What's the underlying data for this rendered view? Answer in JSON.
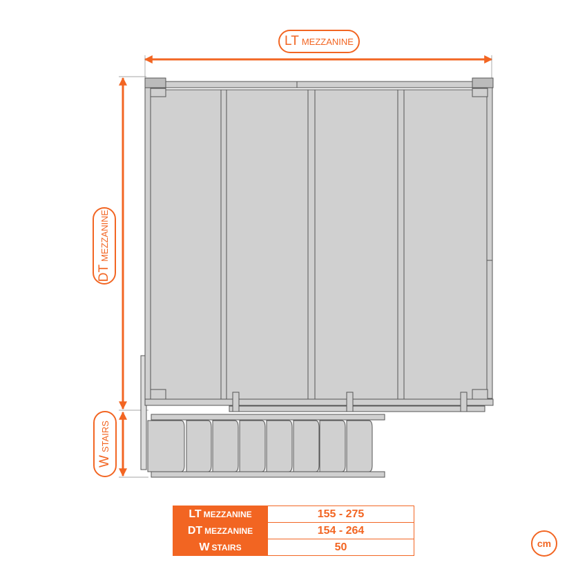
{
  "dimensions": {
    "length": {
      "main": "LT",
      "sub": "mezzanine"
    },
    "depth": {
      "main": "DT",
      "sub": "mezzanine"
    },
    "width": {
      "main": "W",
      "sub": "stairs"
    }
  },
  "table": {
    "rows": [
      {
        "main": "LT",
        "sub": "mezzanine",
        "value": "155 - 275"
      },
      {
        "main": "DT",
        "sub": "mezzanine",
        "value": "154 - 264"
      },
      {
        "main": "W",
        "sub": "stairs",
        "value": "50"
      }
    ]
  },
  "unit": "cm",
  "colors": {
    "accent": "#f26522",
    "panel": "#d0d0d0",
    "outline": "#555555"
  }
}
